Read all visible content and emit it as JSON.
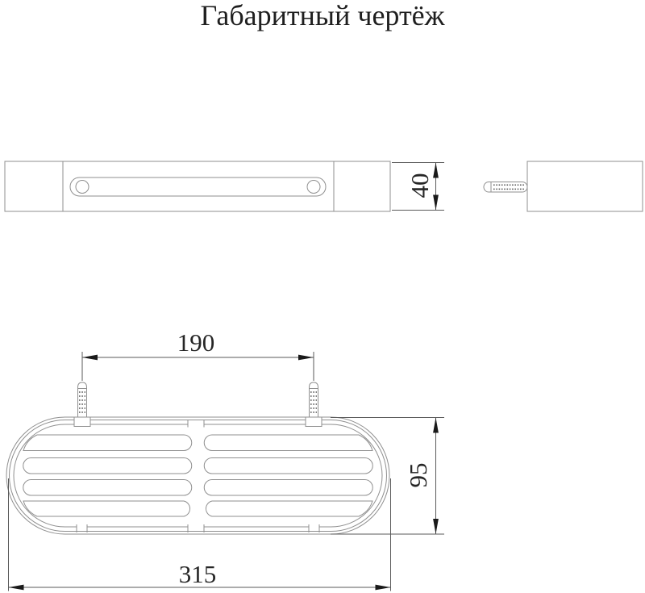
{
  "title": "Габаритный чертёж",
  "dimensions": {
    "bracket_height": "40",
    "mount_spacing": "190",
    "shelf_depth": "95",
    "shelf_width": "315"
  },
  "colors": {
    "background": "#ffffff",
    "part_outline": "#8f8f8f",
    "dimension_line": "#5a5a5a",
    "arrow_and_text": "#1a1a1a"
  }
}
